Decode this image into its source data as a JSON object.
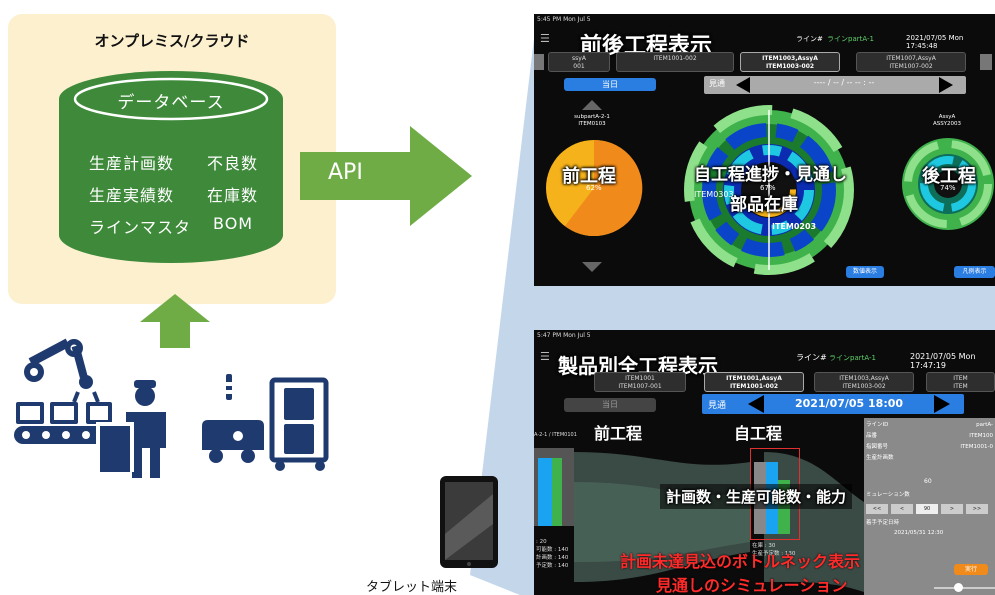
{
  "left_panel": {
    "title": "オンプレミス/クラウド",
    "database_label": "データベース",
    "db_items": [
      [
        "生産計画数",
        "不良数"
      ],
      [
        "生産実績数",
        "在庫数"
      ],
      [
        "ラインマスタ",
        "BOM"
      ]
    ]
  },
  "api_label": "API",
  "tablet_label": "タブレット端末",
  "colors": {
    "cream": "#fdf0cf",
    "green_dark": "#3e8a3a",
    "green_arrow": "#6fac46",
    "navy_icon": "#1f3a6e",
    "panel_blue": "#c3d6ea",
    "accent_blue": "#2a7de1",
    "pie_orange": "#f08a1a"
  },
  "screen1": {
    "status_time": "5:45 PM  Mon Jul 5",
    "overlay_title": "前後工程表示",
    "line_label": "ライン#",
    "line_value": "ラインpartA-1",
    "datetime": "2021/07/05 Mon 17:45:48",
    "tabs": [
      {
        "l1": "ssyA",
        "l2": "001"
      },
      {
        "l1": "",
        "l2": "ITEM1001-002"
      },
      {
        "l1": "ITEM1003,AssyA",
        "l2": "ITEM1003-002"
      },
      {
        "l1": "ITEM1007,AssyA",
        "l2": "ITEM1007-002"
      }
    ],
    "today_btn": "当日",
    "forecast_label": "見通",
    "forecast_value": "---- / -- / -- -- : --",
    "left_part": {
      "line1": "subpartA-2-1",
      "line2": "ITEM0103",
      "overlay": "前工程",
      "pct": "62%"
    },
    "center_overlay1": "自工程進捗・見通し",
    "center_overlay2": "部品在庫",
    "center_items": [
      "ITEM0303",
      "ITEM0203"
    ],
    "center_pct": "67%",
    "right_part": {
      "line1": "AssyA",
      "line2": "ASSY2003",
      "overlay": "後工程",
      "pct": "74%"
    },
    "count_btn": "数値表示",
    "legend_btn": "凡例表示"
  },
  "screen2": {
    "status_time": "5:47 PM  Mon Jul 5",
    "overlay_title": "製品別全工程表示",
    "line_label": "ライン#",
    "line_value": "ラインpartA-1",
    "datetime": "2021/07/05 Mon 17:47:19",
    "tabs": [
      {
        "l1": "ITEM1001",
        "l2": "ITEM1007-001"
      },
      {
        "l1": "ITEM1001,AssyA",
        "l2": "ITEM1001-002"
      },
      {
        "l1": "ITEM1003,AssyA",
        "l2": "ITEM1003-002"
      },
      {
        "l1": "ITEM",
        "l2": "ITEM"
      }
    ],
    "today_btn": "当日",
    "forecast_label": "見通",
    "forecast_value": "2021/07/05 18:00",
    "prev_process": "前工程",
    "self_process": "自工程",
    "left_id": "A-2-1 / ITEM0101",
    "left_stats": [
      ": 20",
      "可能数 : 140",
      "計画数 : 140",
      "予定数 : 140"
    ],
    "center_stats": [
      "在庫 : 30",
      "生産予定数 : 130"
    ],
    "overlay_mid": "計画数・生産可能数・能力",
    "overlay_red1": "計画未達見込のボトルネック表示",
    "overlay_red2": "見通しのシミュレーション",
    "right_panel": {
      "rows": [
        {
          "label": "ラインID",
          "value": "partA-"
        },
        {
          "label": "品番",
          "value": "ITEM100"
        },
        {
          "label": "指図番号",
          "value": "ITEM1001-0"
        },
        {
          "label": "生産計画数",
          "value": ""
        }
      ],
      "plan_value": "60",
      "sim_label": "ミュレーション数",
      "stepper": [
        "<<",
        "<",
        "90",
        ">",
        ">>"
      ],
      "date_label": "着手予定日時",
      "date_value": "2021/05/31 12:30",
      "exec_btn": "実行"
    }
  }
}
